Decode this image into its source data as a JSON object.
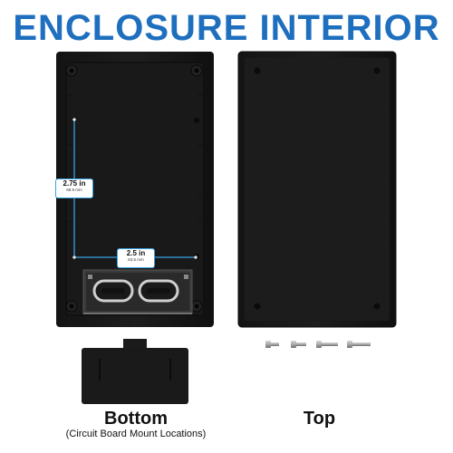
{
  "page": {
    "title": "ENCLOSURE INTERIOR",
    "title_color": "#1f6fbf",
    "accent_color": "#34a3e6"
  },
  "dimensions": {
    "height": {
      "label": "2.75 in",
      "sublabel": "69.9 mm"
    },
    "width": {
      "label": "2.5 in",
      "sublabel": "63.5 mm"
    }
  },
  "labels": {
    "bottom": "Bottom",
    "bottom_note": "(Circuit Board Mount Locations)",
    "top": "Top"
  },
  "hardware": {
    "screw_count": 4,
    "item_icon": "screw-icon"
  }
}
